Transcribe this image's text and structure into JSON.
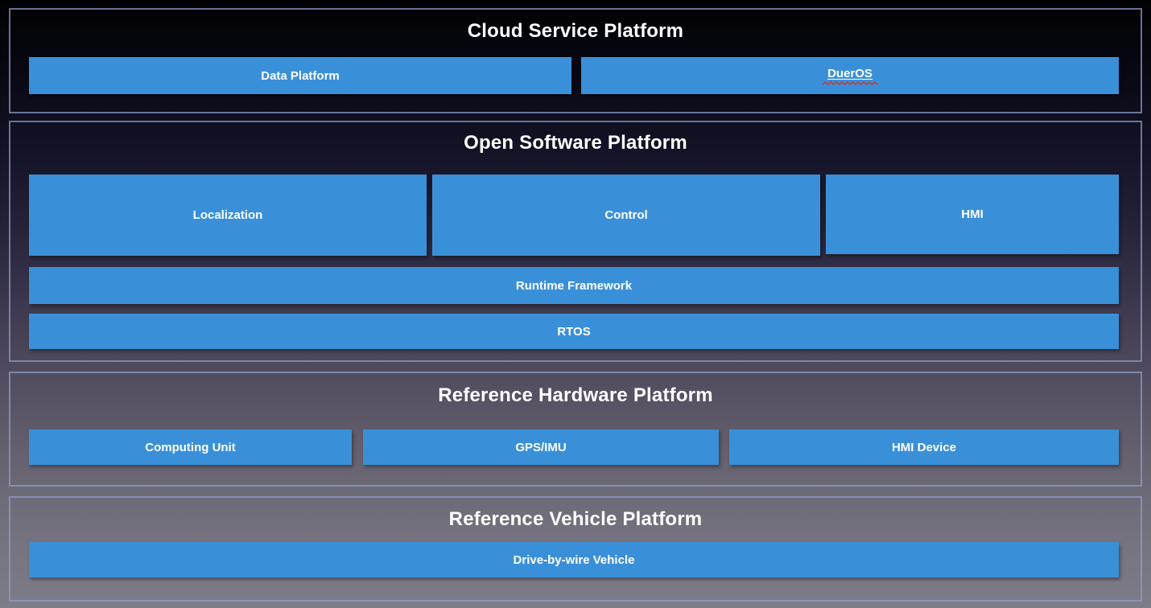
{
  "colors": {
    "box_blue": "#3a90d8",
    "box_text": "#ffffff",
    "section_border": "rgba(138,160,205,0.72)",
    "squiggle_red": "#e02b20"
  },
  "diagram": {
    "sections": [
      {
        "title": "Cloud Service Platform",
        "boxes": {
          "data_platform": "Data Platform",
          "dueros": "DuerOS"
        }
      },
      {
        "title": "Open Software Platform",
        "boxes": {
          "localization": "Localization",
          "control": "Control",
          "hmi": "HMI",
          "runtime_framework": "Runtime Framework",
          "rtos": "RTOS"
        }
      },
      {
        "title": "Reference Hardware Platform",
        "boxes": {
          "computing_unit": "Computing Unit",
          "gps_imu": "GPS/IMU",
          "hmi_device": "HMI Device"
        }
      },
      {
        "title": "Reference Vehicle Platform",
        "boxes": {
          "drive_by_wire": "Drive-by-wire Vehicle"
        }
      }
    ]
  }
}
